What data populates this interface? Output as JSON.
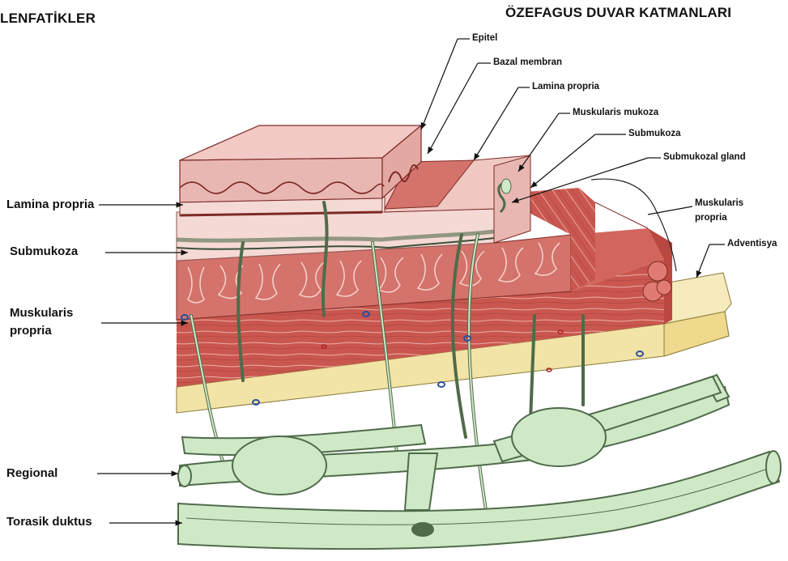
{
  "titles": {
    "left": "LENFATİKLER",
    "right": "ÖZEFAGUS DUVAR KATMANLARI"
  },
  "left_labels": {
    "lamina_propria": "Lamina propria",
    "submukoza": "Submukoza",
    "muskularis_line1": "Muskularis",
    "muskularis_line2": "propria",
    "regional": "Regional",
    "torasik": "Torasik duktus"
  },
  "right_labels": {
    "epitel": "Epitel",
    "bazal": "Bazal membran",
    "lamina": "Lamina propria",
    "mukoza": "Muskularis mukoza",
    "submukoza": "Submukoza",
    "gland": "Submukozal gland",
    "musk_line1": "Muskularis",
    "musk_line2": "propria",
    "adventisya": "Adventisya"
  },
  "colors": {
    "epithelium": "#e9b7b2",
    "submucosa": "#f4d9d5",
    "muscle": "#c9574f",
    "adventitia": "#f2e3a6",
    "lymph": "#cfe8c6",
    "lymph_stroke": "#4f6b4a"
  }
}
